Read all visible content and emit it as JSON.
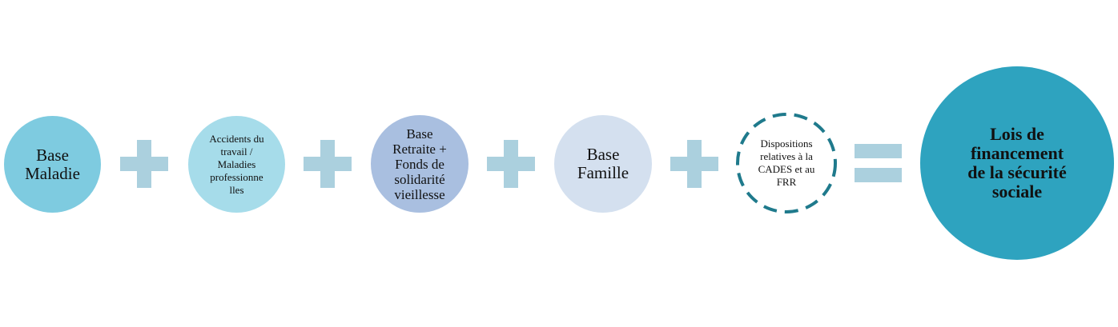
{
  "nodes": [
    {
      "lines": [
        "Base",
        "Maladie"
      ],
      "color": "#7ecbe0"
    },
    {
      "lines": [
        "Accidents du",
        "travail /",
        "Maladies",
        "professionne",
        "lles"
      ],
      "color": "#a6dcea"
    },
    {
      "lines": [
        "Base",
        "Retraite +",
        "Fonds de",
        "solidarité",
        "vieillesse"
      ],
      "color": "#a9bfe0"
    },
    {
      "lines": [
        "Base",
        "Famille"
      ],
      "color": "#d4e0ef"
    },
    {
      "lines": [
        "Dispositions",
        "relatives à la",
        "CADES et au",
        "FRR"
      ],
      "color": "#1f7a8c"
    },
    {
      "lines": [
        "Lois de",
        "financement",
        "de la sécurité",
        "sociale"
      ],
      "color": "#2ea3bf"
    }
  ],
  "operator_color": "#abd0de"
}
